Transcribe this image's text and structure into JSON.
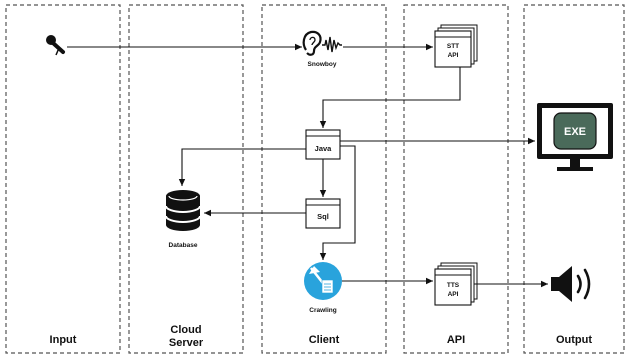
{
  "lanes": {
    "input": "Input",
    "cloud_line1": "Cloud",
    "cloud_line2": "Server",
    "client": "Client",
    "api": "API",
    "output": "Output"
  },
  "nodes": {
    "snowboy": "Snowboy",
    "stt_line1": "STT",
    "stt_line2": "API",
    "java": "Java",
    "sql": "Sql",
    "database": "Database",
    "crawling": "Crawling",
    "tts_line1": "TTS",
    "tts_line2": "API",
    "exe": "EXE"
  },
  "colors": {
    "lane_border": "#555555",
    "crawling_circle": "#29a3dc",
    "exe_screen": "#4a6a5a",
    "arrow": "#111111"
  },
  "icons": [
    "microphone-icon",
    "ear-soundwave-icon",
    "document-icon",
    "database-icon",
    "crawling-icon",
    "monitor-exe-icon",
    "speaker-icon"
  ]
}
